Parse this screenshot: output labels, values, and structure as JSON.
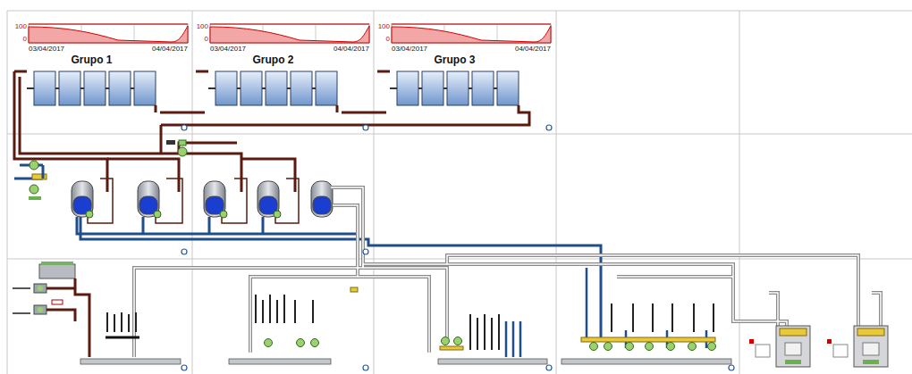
{
  "diagram": {
    "nodes": [
      {
        "text": [
          "Grupo 1"
        ]
      },
      {
        "text": [
          "Grupo 2"
        ]
      },
      {
        "text": [
          "Grupo 3"
        ]
      }
    ],
    "edges": [
      {
        "from": 0,
        "to": 1,
        "arrow": "none"
      },
      {
        "from": 1,
        "to": 2,
        "arrow": "none"
      }
    ],
    "labels": [
      "100",
      "0",
      "03/04/2017",
      "04/04/2017",
      "100",
      "0",
      "03/04/2017",
      "04/04/2017",
      "100",
      "0",
      "03/04/2017",
      "04/04/2017"
    ]
  }
}
